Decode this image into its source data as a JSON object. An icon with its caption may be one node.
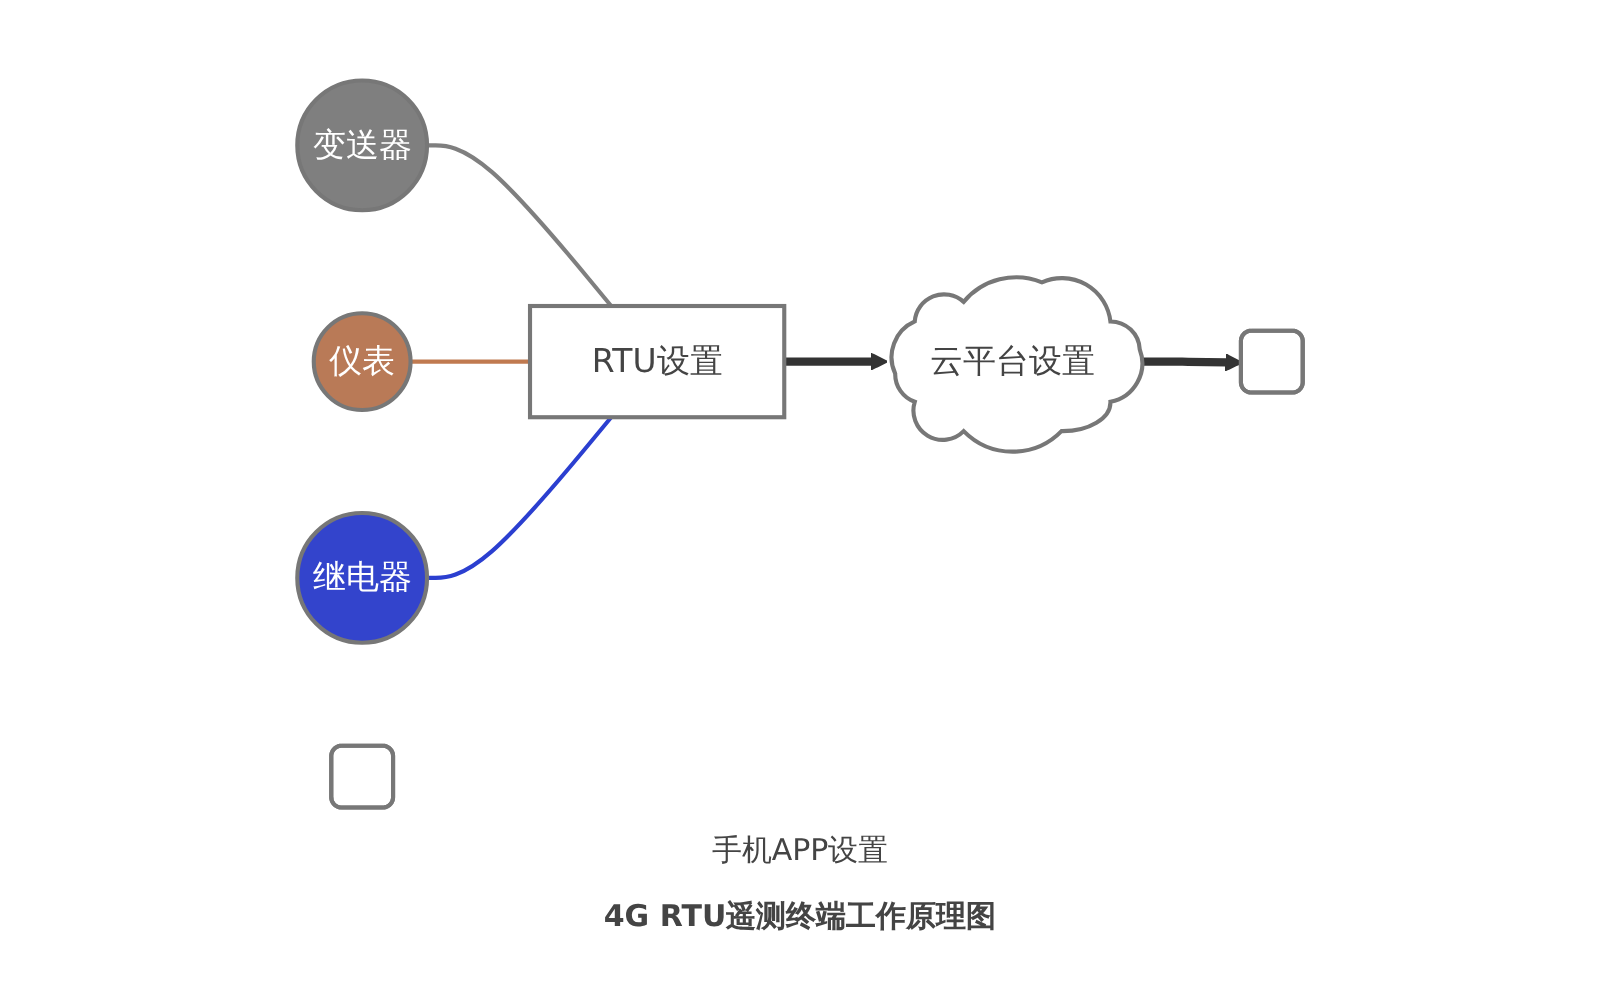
{
  "diagram": {
    "caption": "4G RTU遥测终端工作原理图",
    "nodes": [
      {
        "text": [
          "变送器"
        ]
      },
      {
        "text": [
          "仪表"
        ]
      },
      {
        "text": [
          "继电器"
        ]
      },
      {
        "text": [
          "RTU设置"
        ]
      },
      {
        "text": [
          "云平台设置"
        ]
      },
      {
        "text": [],
        "shape": "box"
      },
      {
        "text": [],
        "shape": "box"
      }
    ],
    "edges": [
      {
        "from": 0,
        "to": 3,
        "arrow": "none",
        "color": "#7f7f7f"
      },
      {
        "from": 1,
        "to": 3,
        "arrow": "none",
        "color": "#c07a50"
      },
      {
        "from": 2,
        "to": 3,
        "arrow": "none",
        "color": "#2b3fd0"
      },
      {
        "from": 3,
        "to": 4,
        "arrow": "to",
        "style": "thick"
      },
      {
        "from": 4,
        "to": 5,
        "arrow": "to",
        "style": "thick"
      }
    ],
    "labels": [
      "手机APP设置"
    ]
  }
}
